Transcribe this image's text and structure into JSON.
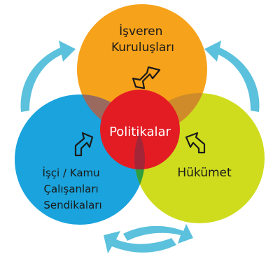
{
  "diagram": {
    "nodes": {
      "top": {
        "label_lines": [
          "İşveren",
          "Kuruluşları"
        ],
        "color": "#f7a21b"
      },
      "left": {
        "label_lines": [
          "İşçi / Kamu",
          "Çalışanları",
          "Sendikaları"
        ],
        "color": "#1aa3dc"
      },
      "right": {
        "label_lines": [
          "Hükümet"
        ],
        "color": "#cfdc1e"
      },
      "center": {
        "label": "Politikalar",
        "color": "#e31c23"
      }
    },
    "overlap_colors": {
      "top_left": "#9a6a5e",
      "top_right": "#cf8a2a",
      "left_right": "#2e9e3f",
      "center_dark": "#a32638"
    },
    "cycle_arrow_color": "#5bc1dc",
    "icons": {
      "top": "down-arrow-icon",
      "left": "up-right-arrow-icon",
      "right": "up-left-arrow-icon"
    }
  }
}
